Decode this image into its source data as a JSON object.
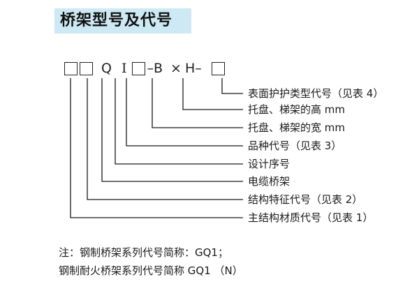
{
  "title": "桥架型号及代号",
  "code_row": [
    "",
    "",
    "Q",
    "I",
    "",
    "–B",
    "×",
    "H–",
    ""
  ],
  "labels": [
    "表面护护类型代号（见表 4）",
    "托盘、梯架的高 mm",
    "托盘、梯架的宽 mm",
    "品种代号（见表 3）",
    "设计序号",
    "电缆桥架",
    "结构特征代号（见表 2）",
    "主结构材质代号（见表 1）"
  ],
  "notes": [
    "注：钢制桥架系列代号简称：GQ1；",
    "钢制耐火桥架系列代号简称 GQ1 （N）"
  ]
}
